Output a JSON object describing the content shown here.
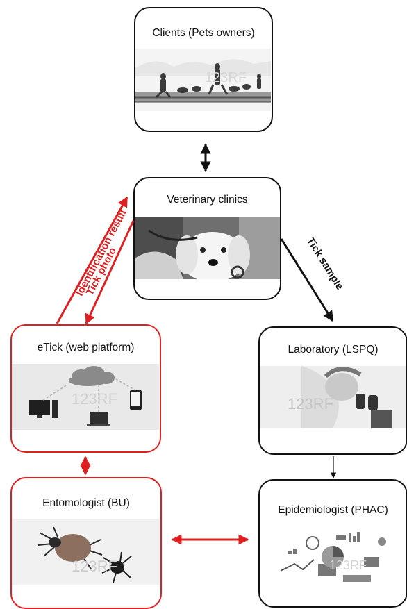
{
  "nodes": {
    "clients": {
      "label": "Clients (Pets owners)",
      "watermark": "123RF"
    },
    "vet": {
      "label": "Veterinary clinics"
    },
    "etick": {
      "label": "eTick (web platform)",
      "watermark": "123RF"
    },
    "lab": {
      "label": "Laboratory (LSPQ)",
      "watermark": "123RF"
    },
    "entomologist": {
      "label": "Entomologist (BU)",
      "watermark": "123RF"
    },
    "epidemiologist": {
      "label": "Epidemiologist (PHAC)",
      "watermark": "123RF"
    }
  },
  "edges": {
    "identification_result": "Identification result",
    "tick_photo": "Tick photo",
    "tick_sample": "Tick sample"
  },
  "colors": {
    "red": "#e02020",
    "black": "#111111"
  }
}
